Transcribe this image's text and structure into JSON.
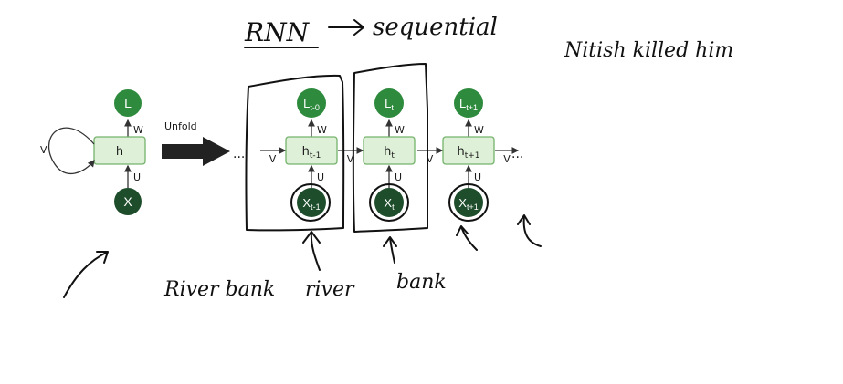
{
  "title": {
    "left": "RNN",
    "right": "sequential"
  },
  "note": "Nitish killed him",
  "diagram": {
    "folded": {
      "output": "L",
      "hidden": "h",
      "input": "X",
      "w": "W",
      "u": "U",
      "v": "V"
    },
    "unfold_label": "Unfold",
    "ellipsis": "...",
    "steps": [
      {
        "output": "L",
        "output_sub": "t-0",
        "hidden": "h",
        "hidden_sub": "t-1",
        "input": "X",
        "input_sub": "t-1",
        "w": "W",
        "u": "U",
        "v": "V"
      },
      {
        "output": "L",
        "output_sub": "t",
        "hidden": "h",
        "hidden_sub": "t",
        "input": "X",
        "input_sub": "t",
        "w": "W",
        "u": "U",
        "v": "V"
      },
      {
        "output": "L",
        "output_sub": "t+1",
        "hidden": "h",
        "hidden_sub": "t+1",
        "input": "X",
        "input_sub": "t+1",
        "w": "W",
        "u": "U",
        "v": "V"
      }
    ]
  },
  "words": [
    "River bank",
    "river",
    "bank"
  ],
  "colors": {
    "output_node": "#2e8b3e",
    "input_node": "#1e4d2b",
    "hidden_fill": "#dff0d8",
    "hidden_stroke": "#74b36b",
    "ink": "#111111"
  }
}
